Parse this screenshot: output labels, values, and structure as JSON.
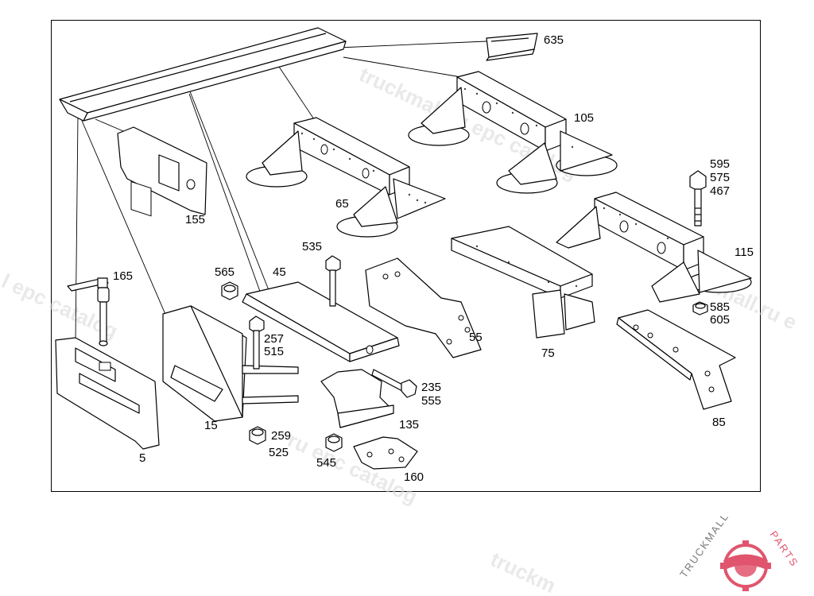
{
  "callouts": {
    "c635": "635",
    "c105": "105",
    "c155": "155",
    "c65": "65",
    "c595": "595",
    "c575": "575",
    "c467": "467",
    "c535": "535",
    "c115": "115",
    "c165": "165",
    "c565": "565",
    "c45": "45",
    "c585": "585",
    "c605": "605",
    "c257": "257",
    "c515": "515",
    "c55": "55",
    "c75": "75",
    "c235": "235",
    "c555": "555",
    "c135": "135",
    "c85": "85",
    "c15": "15",
    "c259": "259",
    "c525": "525",
    "c5": "5",
    "c545": "545",
    "c160": "160"
  },
  "watermark": {
    "text_a": "truckmall.ru epc catalog",
    "text_b": "l epc catalog",
    "text_c": "mall.ru e",
    "text_d": "ru epc catalog",
    "text_e": "truckm"
  },
  "brand": {
    "part_a": "TRUCKMALL",
    "part_b": "PARTS"
  },
  "colors": {
    "brand_accent": "#e0556d",
    "line": "#000000"
  }
}
